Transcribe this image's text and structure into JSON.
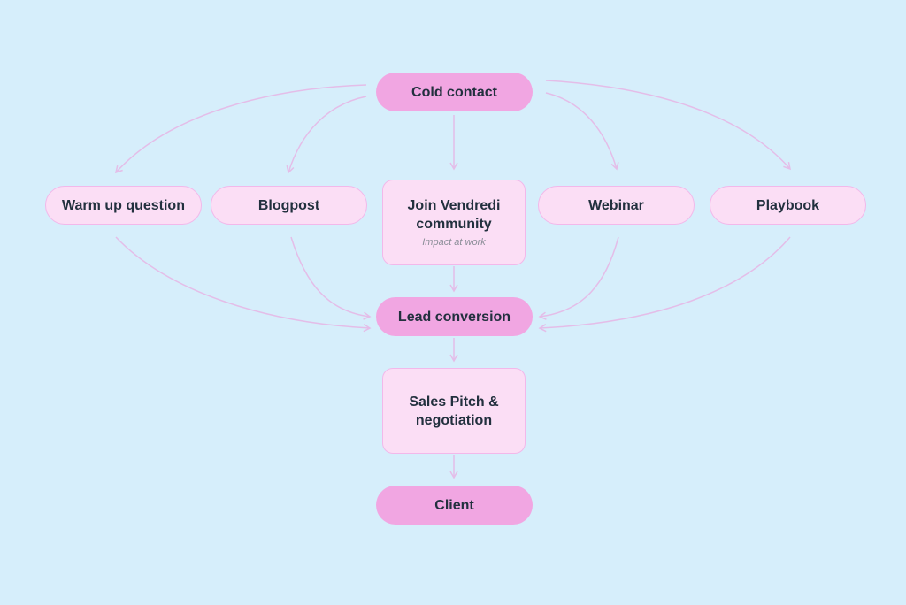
{
  "diagram": {
    "nodes": {
      "cold_contact": {
        "label": "Cold contact"
      },
      "warm_up_question": {
        "label": "Warm up question"
      },
      "blogpost": {
        "label": "Blogpost"
      },
      "join_community": {
        "label": "Join Vendredi community",
        "sublabel": "Impact at work"
      },
      "webinar": {
        "label": "Webinar"
      },
      "playbook": {
        "label": "Playbook"
      },
      "lead_conversion": {
        "label": "Lead conversion"
      },
      "sales_pitch": {
        "label": "Sales Pitch & negotiation"
      },
      "client": {
        "label": "Client"
      }
    },
    "edges": [
      {
        "from": "Cold contact",
        "to": "Warm up question"
      },
      {
        "from": "Cold contact",
        "to": "Blogpost"
      },
      {
        "from": "Cold contact",
        "to": "Join Vendredi community"
      },
      {
        "from": "Cold contact",
        "to": "Webinar"
      },
      {
        "from": "Cold contact",
        "to": "Playbook"
      },
      {
        "from": "Warm up question",
        "to": "Lead conversion"
      },
      {
        "from": "Blogpost",
        "to": "Lead conversion"
      },
      {
        "from": "Join Vendredi community",
        "to": "Lead conversion"
      },
      {
        "from": "Webinar",
        "to": "Lead conversion"
      },
      {
        "from": "Playbook",
        "to": "Lead conversion"
      },
      {
        "from": "Lead conversion",
        "to": "Sales Pitch & negotiation"
      },
      {
        "from": "Sales Pitch & negotiation",
        "to": "Client"
      }
    ],
    "colors": {
      "background": "#d6eefb",
      "primary_node": "#f1a6e2",
      "secondary_node": "#fbdef5",
      "node_border": "#f2b8ea",
      "edge": "#e4bde8",
      "text": "#22303e",
      "subtext": "#8b8e98"
    }
  }
}
